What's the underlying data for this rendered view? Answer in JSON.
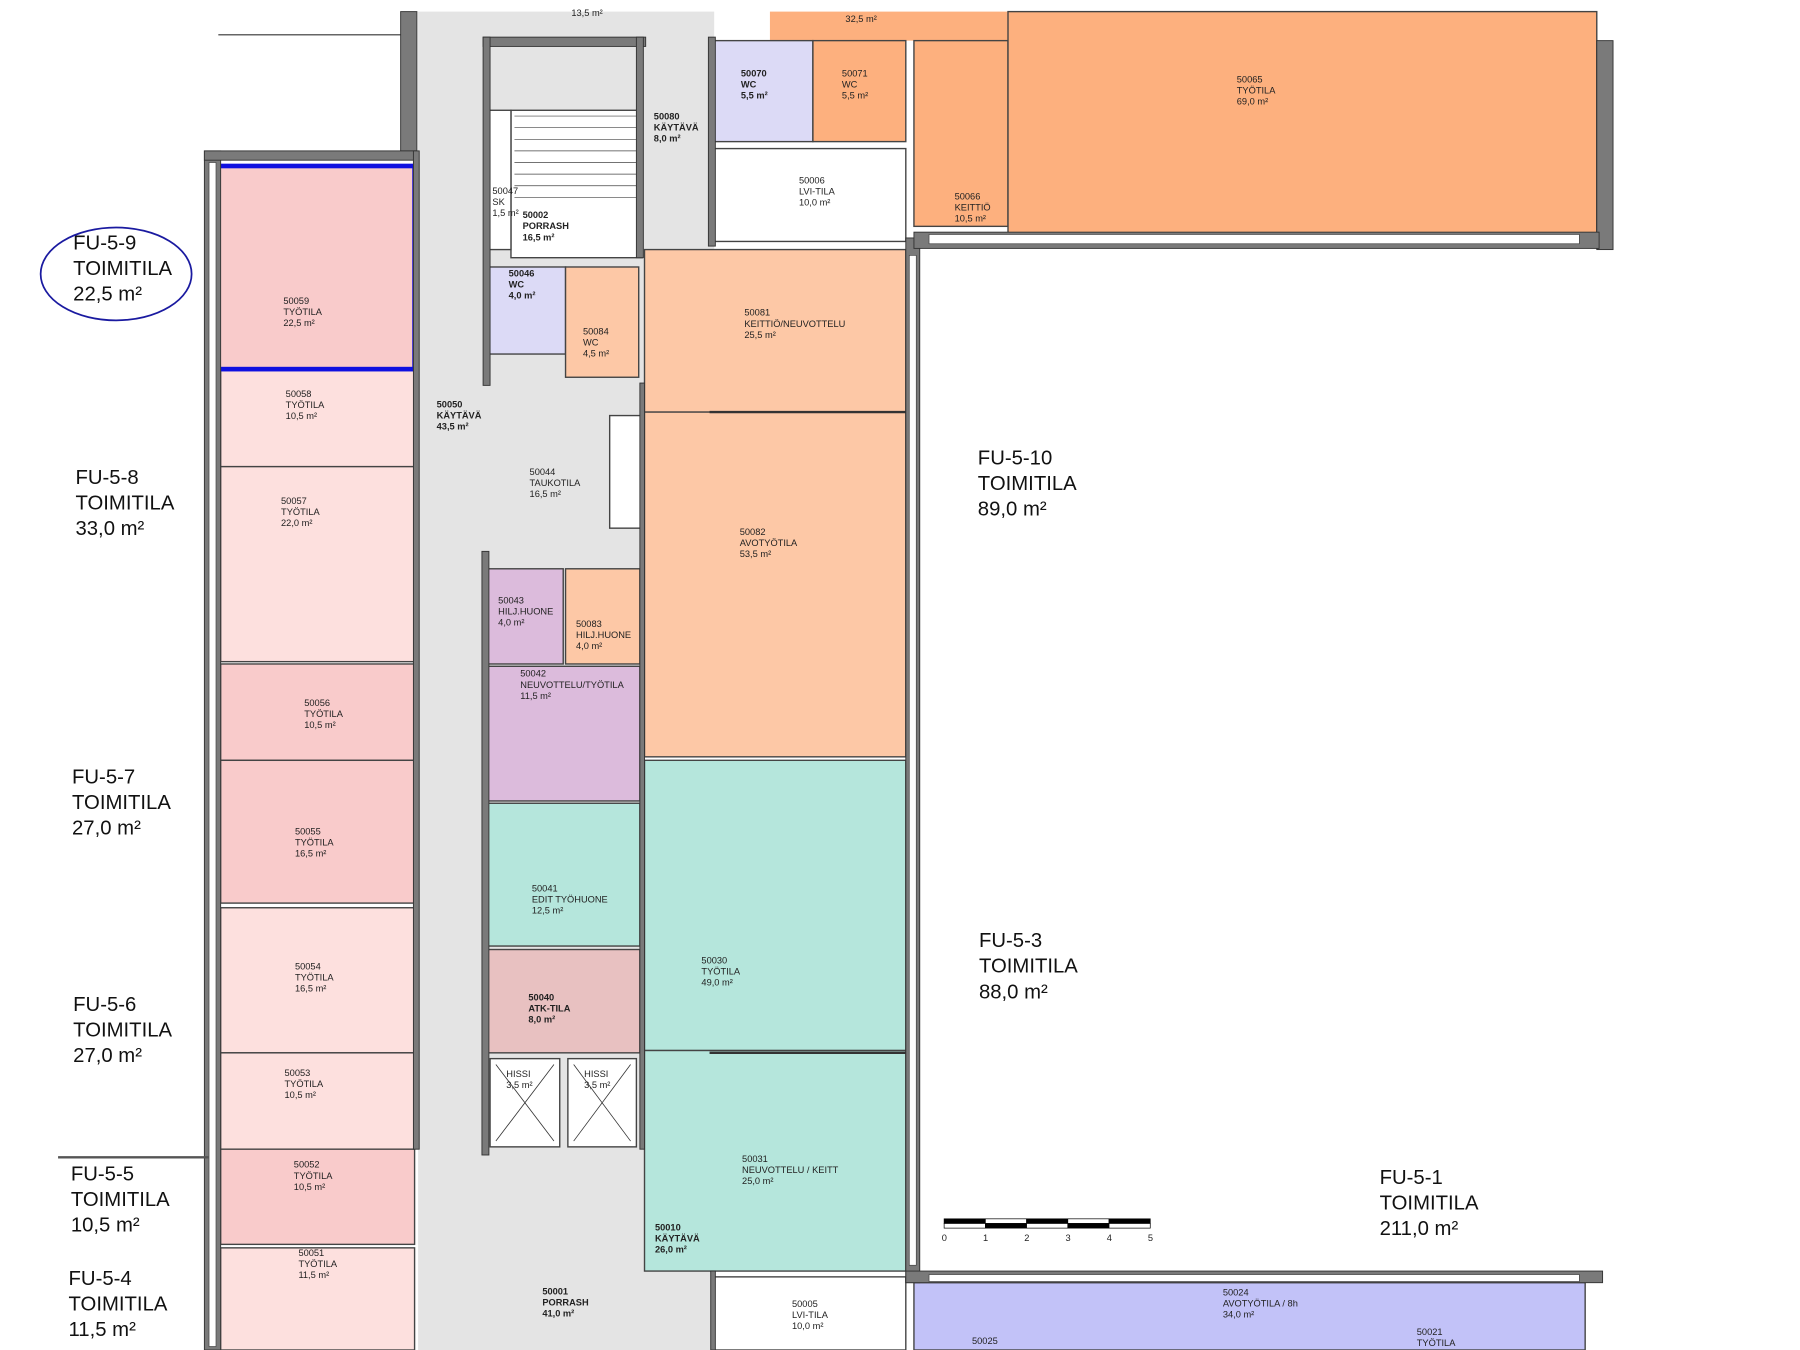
{
  "plan": {
    "top_partial_labels": [
      "13,5 m²",
      "32,5 m²"
    ],
    "rooms": [
      {
        "id": "50059",
        "name": "TYÖTILA",
        "area": "22,5 m²"
      },
      {
        "id": "50058",
        "name": "TYÖTILA",
        "area": "10,5 m²"
      },
      {
        "id": "50057",
        "name": "TYÖTILA",
        "area": "22,0 m²"
      },
      {
        "id": "50056",
        "name": "TYÖTILA",
        "area": "10,5 m²"
      },
      {
        "id": "50055",
        "name": "TYÖTILA",
        "area": "16,5 m²"
      },
      {
        "id": "50054",
        "name": "TYÖTILA",
        "area": "16,5 m²"
      },
      {
        "id": "50053",
        "name": "TYÖTILA",
        "area": "10,5 m²"
      },
      {
        "id": "50052",
        "name": "TYÖTILA",
        "area": "10,5 m²"
      },
      {
        "id": "50051",
        "name": "TYÖTILA",
        "area": "11,5 m²"
      },
      {
        "id": "50002",
        "name": "PORRASH",
        "area": "16,5 m²"
      },
      {
        "id": "50047",
        "name": "SK",
        "area": "1,5 m²"
      },
      {
        "id": "50046",
        "name": "WC",
        "area": "4,0 m²"
      },
      {
        "id": "50084",
        "name": "WC",
        "area": "4,5 m²"
      },
      {
        "id": "50080",
        "name": "KÄYTÄVÄ",
        "area": "8,0 m²"
      },
      {
        "id": "50070",
        "name": "WC",
        "area": "5,5 m²"
      },
      {
        "id": "50071",
        "name": "WC",
        "area": "5,5 m²"
      },
      {
        "id": "50006",
        "name": "LVI-TILA",
        "area": "10,0 m²"
      },
      {
        "id": "50066",
        "name": "KEITTIÖ",
        "area": "10,5 m²"
      },
      {
        "id": "50065",
        "name": "TYÖTILA",
        "area": "69,0 m²"
      },
      {
        "id": "50081",
        "name": "KEITTIÖ/NEUVOTTELU",
        "area": "25,5 m²"
      },
      {
        "id": "50050",
        "name": "KÄYTÄVÄ",
        "area": "43,5 m²"
      },
      {
        "id": "50044",
        "name": "TAUKOTILA",
        "area": "16,5 m²"
      },
      {
        "id": "50082",
        "name": "AVOTYÖTILA",
        "area": "53,5 m²"
      },
      {
        "id": "50043",
        "name": "HILJ.HUONE",
        "area": "4,0 m²"
      },
      {
        "id": "50083",
        "name": "HILJ.HUONE",
        "area": "4,0 m²"
      },
      {
        "id": "50042",
        "name": "NEUVOTTELU/TYÖTILA",
        "area": "11,5 m²"
      },
      {
        "id": "50041",
        "name": "EDIT TYÖHUONE",
        "area": "12,5 m²"
      },
      {
        "id": "50040",
        "name": "ATK-TILA",
        "area": "8,0 m²"
      },
      {
        "id": "50030",
        "name": "TYÖTILA",
        "area": "49,0 m²"
      },
      {
        "id": "",
        "name": "HISSI",
        "area": "3,5 m²"
      },
      {
        "id": "",
        "name": "HISSI",
        "area": "3,5 m²"
      },
      {
        "id": "50031",
        "name": "NEUVOTTELU / KEITT",
        "area": "25,0 m²"
      },
      {
        "id": "50010",
        "name": "KÄYTÄVÄ",
        "area": "26,0 m²"
      },
      {
        "id": "50001",
        "name": "PORRASH",
        "area": "41,0 m²"
      },
      {
        "id": "50005",
        "name": "LVI-TILA",
        "area": "10,0 m²"
      },
      {
        "id": "50024",
        "name": "AVOTYÖTILA / 8h",
        "area": "34,0 m²"
      },
      {
        "id": "50025",
        "name": "",
        "area": ""
      },
      {
        "id": "50021",
        "name": "TYÖTILA",
        "area": ""
      }
    ],
    "units": [
      {
        "code": "FU-5-9",
        "type": "TOIMITILA",
        "area": "22,5 m²"
      },
      {
        "code": "FU-5-8",
        "type": "TOIMITILA",
        "area": "33,0 m²"
      },
      {
        "code": "FU-5-7",
        "type": "TOIMITILA",
        "area": "27,0 m²"
      },
      {
        "code": "FU-5-6",
        "type": "TOIMITILA",
        "area": "27,0 m²"
      },
      {
        "code": "FU-5-5",
        "type": "TOIMITILA",
        "area": "10,5 m²"
      },
      {
        "code": "FU-5-4",
        "type": "TOIMITILA",
        "area": "11,5 m²"
      },
      {
        "code": "FU-5-10",
        "type": "TOIMITILA",
        "area": "89,0 m²"
      },
      {
        "code": "FU-5-3",
        "type": "TOIMITILA",
        "area": "88,0 m²"
      },
      {
        "code": "FU-5-1",
        "type": "TOIMITILA",
        "area": "211,0 m²"
      }
    ],
    "scale_bar": {
      "ticks": [
        "0",
        "1",
        "2",
        "3",
        "4",
        "5"
      ]
    },
    "colors": {
      "highlight": "#1010e0",
      "pink": "#f9cbcb",
      "light_pink": "#fde0de",
      "orange": "#fdb07e",
      "peach": "#fdc8a6",
      "lavender": "#dcdaf6",
      "purple": "#dcbbdc",
      "teal": "#b5e6dc",
      "atk": "#e8c1c1",
      "corridor": "#e4e4e4",
      "blue": "#c2c2f8"
    }
  }
}
